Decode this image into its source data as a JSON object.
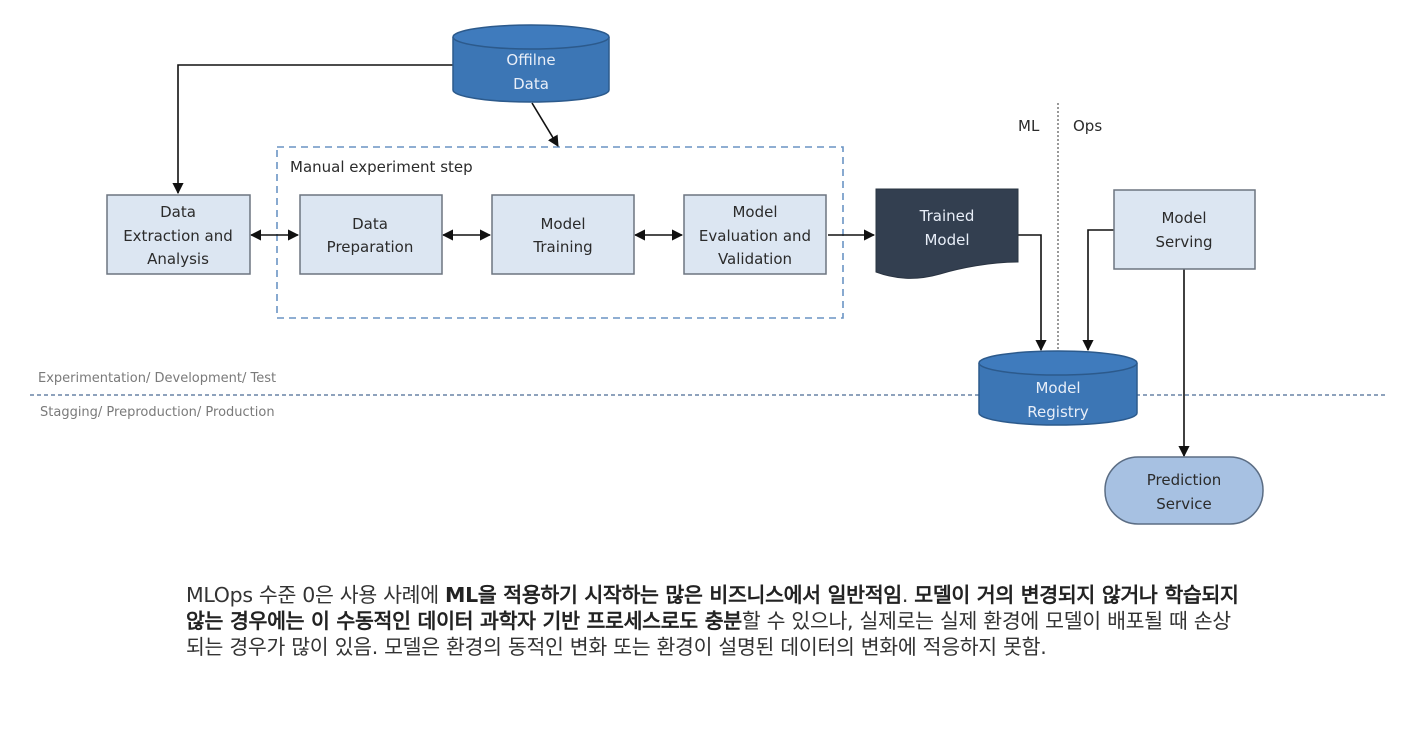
{
  "diagram": {
    "nodes": {
      "offline_data": [
        "Offilne",
        "Data"
      ],
      "data_extraction": [
        "Data",
        "Extraction and",
        "Analysis"
      ],
      "data_preparation": [
        "Data",
        "Preparation"
      ],
      "model_training": [
        "Model",
        "Training"
      ],
      "model_evaluation": [
        "Model",
        "Evaluation and",
        "Validation"
      ],
      "trained_model": [
        "Trained",
        "Model"
      ],
      "model_serving": [
        "Model",
        "Serving"
      ],
      "model_registry": [
        "Model",
        "Registry"
      ],
      "prediction_service": [
        "Prediction",
        "Service"
      ]
    },
    "group_label": "Manual experiment step",
    "divider_labels": {
      "left": "ML",
      "right": "Ops"
    },
    "environments": {
      "upper": "Experimentation/ Development/ Test",
      "lower": "Stagging/ Preproduction/ Production"
    },
    "colors": {
      "box_fill": "#dce6f2",
      "box_stroke": "#6d7580",
      "db_fill": "#3c76b5",
      "db_stroke": "#2c5a8c",
      "dark_doc": "#333f50",
      "prediction_fill": "#a7c1e2",
      "dashed": "#6a94c4"
    }
  },
  "caption": {
    "segments": [
      {
        "text": "MLOps 수준 0은 사용 사례에 ",
        "bold": false
      },
      {
        "text": "ML을 적용하기 시작하는 많은 비즈니스에서 일반적임",
        "bold": true
      },
      {
        "text": ". ",
        "bold": false
      },
      {
        "text": "모델이 거의 변경되지 않거나 학습되지 않는 경우에는 이 수동적인 데이터 과학자 기반 프로세스로도 충분",
        "bold": true
      },
      {
        "text": "할 수 있으나, 실제로는 실제 환경에 모델이 배포될 때 손상되는 경우가 많이 있음. 모델은 환경의 동적인 변화 또는 환경이 설명된 데이터의 변화에 적응하지 못함.",
        "bold": false
      }
    ]
  }
}
